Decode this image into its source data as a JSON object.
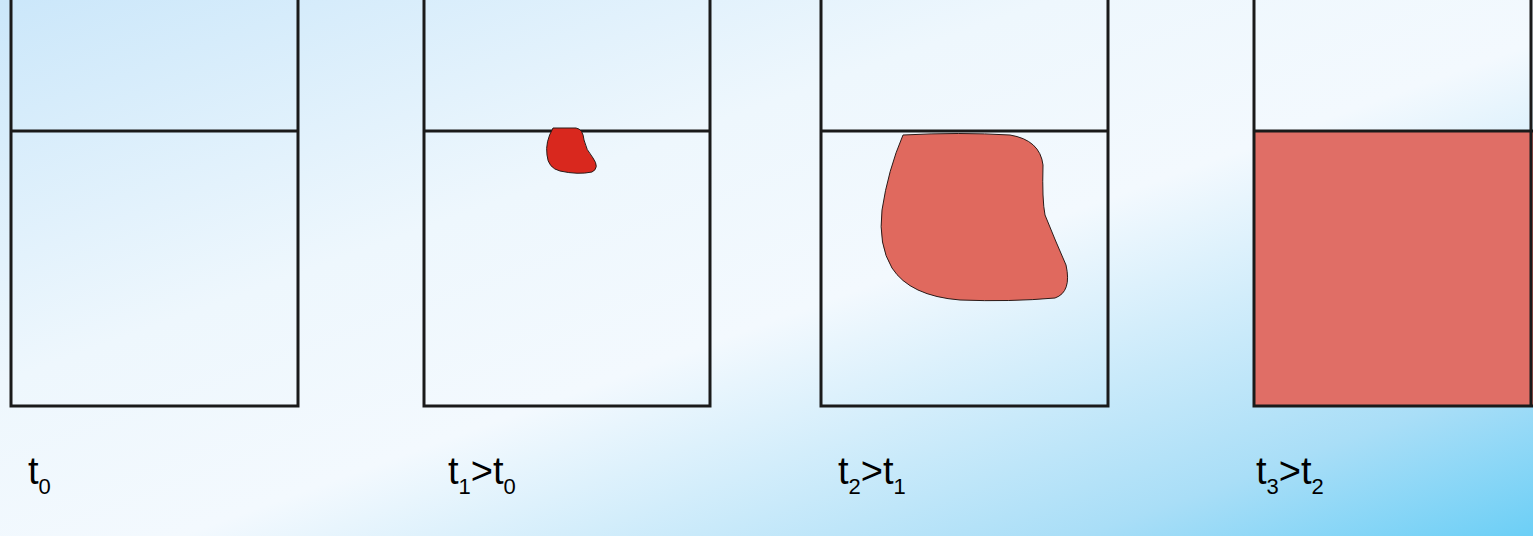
{
  "diagram": {
    "labels": [
      "t0",
      "t1>t0",
      "t2>t1",
      "t3>t2"
    ]
  }
}
